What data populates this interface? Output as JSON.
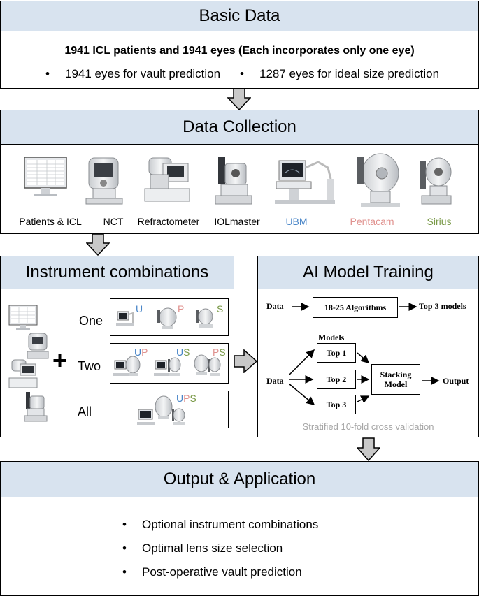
{
  "basic": {
    "title": "Basic Data",
    "main": "1941 ICL patients and 1941 eyes (Each incorporates only one eye)",
    "b1": "1941 eyes for vault prediction",
    "b2": "1287 eyes for ideal size prediction"
  },
  "collection": {
    "title": "Data Collection",
    "instruments": [
      {
        "label": "Patients & ICL",
        "color": "#000000",
        "icon": "spreadsheet-monitor-icon"
      },
      {
        "label": "NCT",
        "color": "#000000",
        "icon": "nct-device-icon"
      },
      {
        "label": "Refractometer",
        "color": "#000000",
        "icon": "refractometer-icon"
      },
      {
        "label": "IOLmaster",
        "color": "#000000",
        "icon": "iolmaster-icon"
      },
      {
        "label": "UBM",
        "color": "#4a86c8",
        "icon": "ubm-icon"
      },
      {
        "label": "Pentacam",
        "color": "#e0928f",
        "icon": "pentacam-icon"
      },
      {
        "label": "Sirius",
        "color": "#7a9a48",
        "icon": "sirius-icon"
      }
    ]
  },
  "combos": {
    "title": "Instrument combinations",
    "rows": [
      {
        "label": "One",
        "groups": [
          [
            "U"
          ],
          [
            "P"
          ],
          [
            "S"
          ]
        ]
      },
      {
        "label": "Two",
        "groups": [
          [
            "U",
            "P"
          ],
          [
            "U",
            "S"
          ],
          [
            "P",
            "S"
          ]
        ]
      },
      {
        "label": "All",
        "groups": [
          [
            "U",
            "P",
            "S"
          ]
        ]
      }
    ],
    "plus": "+",
    "letter_colors": {
      "U": "#4a86c8",
      "P": "#e0928f",
      "S": "#7a9a48"
    }
  },
  "training": {
    "title": "AI Model Training",
    "data1": "Data",
    "algorithms": "18-25 Algorithms",
    "top3": "Top 3 models",
    "models_label": "Models",
    "data2": "Data",
    "top1": "Top 1",
    "top2": "Top 2",
    "top3box": "Top 3",
    "stacking": "Stacking Model",
    "output": "Output",
    "cv": "Stratified 10-fold cross validation"
  },
  "output": {
    "title": "Output & Application",
    "items": [
      "Optional instrument combinations",
      "Optimal lens size selection",
      "Post-operative vault prediction"
    ]
  }
}
